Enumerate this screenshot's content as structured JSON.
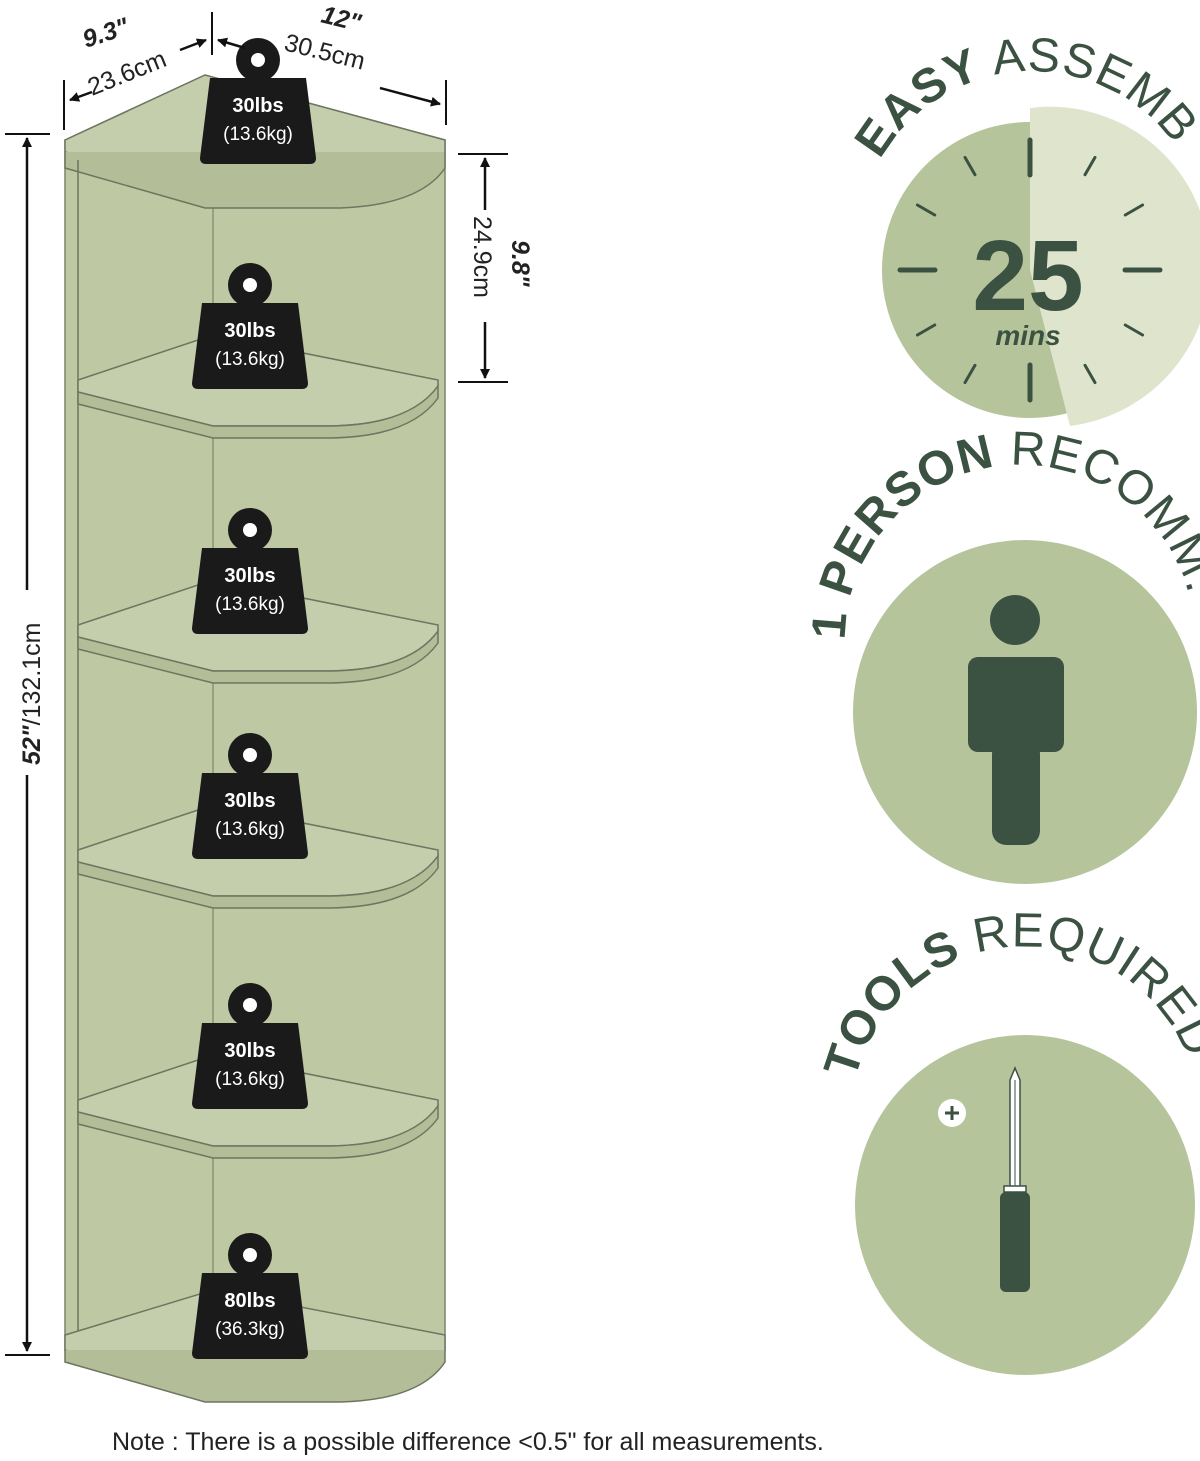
{
  "dimensions": {
    "depth": {
      "in": "9.3\"",
      "cm": "23.6cm"
    },
    "width": {
      "in": "12\"",
      "cm": "30.5cm"
    },
    "shelf_gap": {
      "in": "9.8\"",
      "cm": "24.9cm"
    },
    "height": {
      "in": "52\"",
      "cm": "/132.1cm"
    }
  },
  "weights": [
    {
      "lbs": "30lbs",
      "kg": "(13.6kg)"
    },
    {
      "lbs": "30lbs",
      "kg": "(13.6kg)"
    },
    {
      "lbs": "30lbs",
      "kg": "(13.6kg)"
    },
    {
      "lbs": "30lbs",
      "kg": "(13.6kg)"
    },
    {
      "lbs": "30lbs",
      "kg": "(13.6kg)"
    },
    {
      "lbs": "80lbs",
      "kg": "(36.3kg)"
    }
  ],
  "features": {
    "assembly": {
      "bold": "EASY",
      "rest": " ASSEMBLY",
      "value": "25",
      "unit": "mins"
    },
    "person": {
      "bold": "1 PERSON",
      "rest": " RECOMM."
    },
    "tools": {
      "bold": "TOOLS",
      "rest": " REQUIRED",
      "icon": "screwdriver-icon"
    }
  },
  "note": "Note : There is a possible difference <0.5\" for all measurements.",
  "colors": {
    "shelf": "#bec9a4",
    "badge": "#b5c49b",
    "badge_light": "#dfe5cd",
    "dark_green": "#3b5242",
    "weight": "#1a1a1a"
  }
}
